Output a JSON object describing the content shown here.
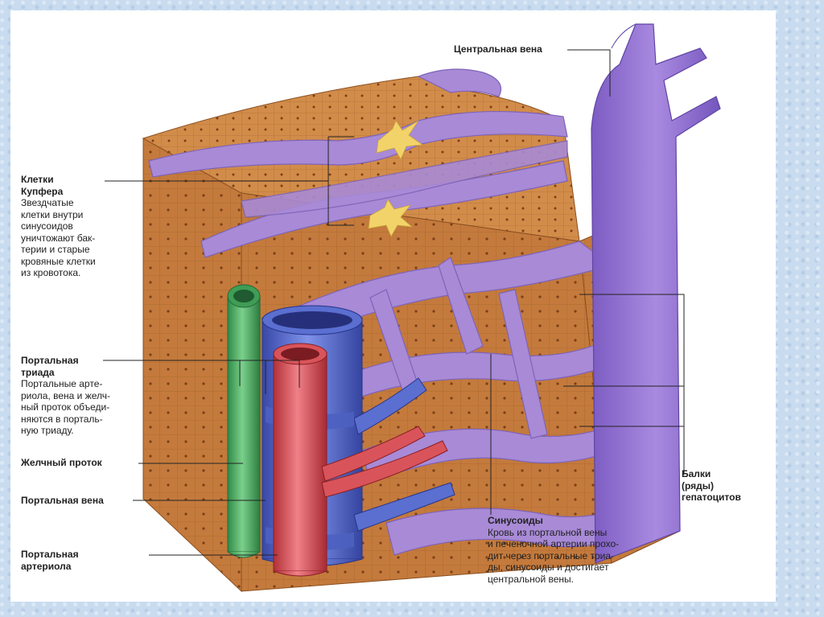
{
  "labels": {
    "central_vein": {
      "title": "Центральная вена"
    },
    "kupffer": {
      "title": "Клетки\nКупфера",
      "desc": "Звездчатые\nклетки внутри\nсинусоидов\nуничтожают бак-\nтерии и старые\nкровяные клетки\nиз кровотока."
    },
    "portal_triad": {
      "title": "Портальная\nтриада",
      "desc": "Портальные арте-\nриола, вена и желч-\nный проток объеди-\nняются в порталь-\nную триаду."
    },
    "bile_duct": {
      "title": "Желчный проток"
    },
    "portal_vein": {
      "title": "Портальная вена"
    },
    "portal_arteriole": {
      "title": "Портальная\nартериола"
    },
    "hepatocyte_cords": {
      "title": "Балки\n(ряды)\nгепатоцитов"
    },
    "sinusoids": {
      "title": "Синусоиды",
      "desc": "Кровь из портальной вены\nи печеночной артерии прохо-\nдит через портальные триа-\nды, синусоиды и достигает\nцентральной вены."
    }
  },
  "colors": {
    "background": "#c8dbef",
    "hepatocyte": "#c47a3c",
    "sinusoid": "#a88ad6",
    "central_vein": "#8f6fcf",
    "bile_duct": "#55b06a",
    "portal_vein": "#5a6fd0",
    "arteriole": "#d9545a",
    "kupffer_cell": "#f2d36a"
  },
  "icons": {
    "kupffer_cell": "star-shaped-cell"
  }
}
